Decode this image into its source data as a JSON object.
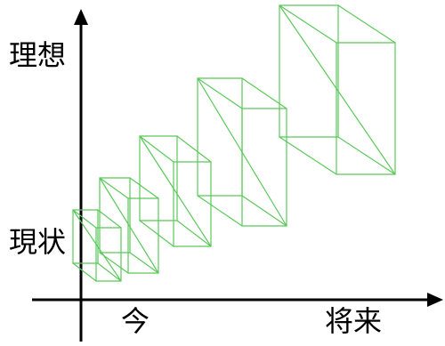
{
  "labels": {
    "y_top": "理想",
    "y_bottom": "現状",
    "x_left": "今",
    "x_right": "将来"
  },
  "colors": {
    "axis": "#000000",
    "box": "#5ac85a"
  },
  "boxes": [
    {
      "name": "box-1"
    },
    {
      "name": "box-2"
    },
    {
      "name": "box-3"
    },
    {
      "name": "box-4"
    },
    {
      "name": "box-5"
    }
  ]
}
